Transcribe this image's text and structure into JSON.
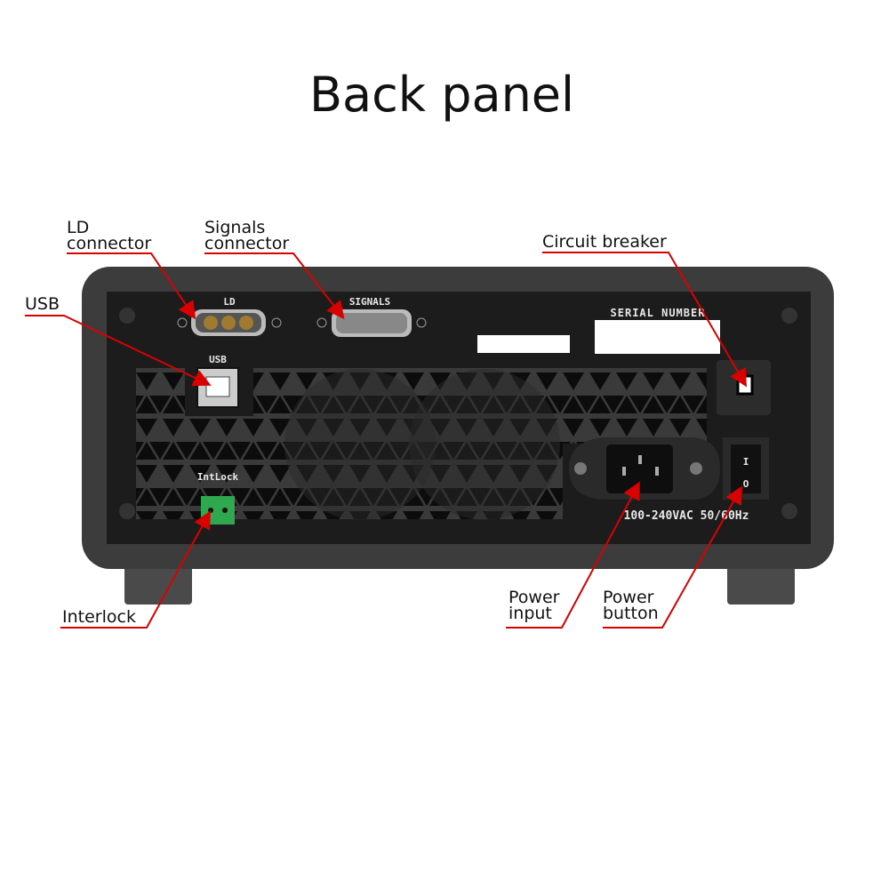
{
  "title": "Back panel",
  "callouts": {
    "ld": [
      "LD",
      "connector"
    ],
    "signals": [
      "Signals",
      "connector"
    ],
    "breaker": "Circuit breaker",
    "usb": "USB",
    "interlock": "Interlock",
    "power_input": [
      "Power",
      "input"
    ],
    "power_button": [
      "Power",
      "button"
    ]
  },
  "panel_labels": {
    "ld": "LD",
    "signals": "SIGNALS",
    "serial": "SERIAL NUMBER",
    "usb": "USB",
    "intlock": "IntLock",
    "voltage": "100-240VAC 50/60Hz",
    "switch_on": "I",
    "switch_off": "O"
  },
  "colors": {
    "arrow": "#d90000",
    "device": "#3a3a3a",
    "panel": "#1c1c1c",
    "interlock": "#2fa84f"
  }
}
